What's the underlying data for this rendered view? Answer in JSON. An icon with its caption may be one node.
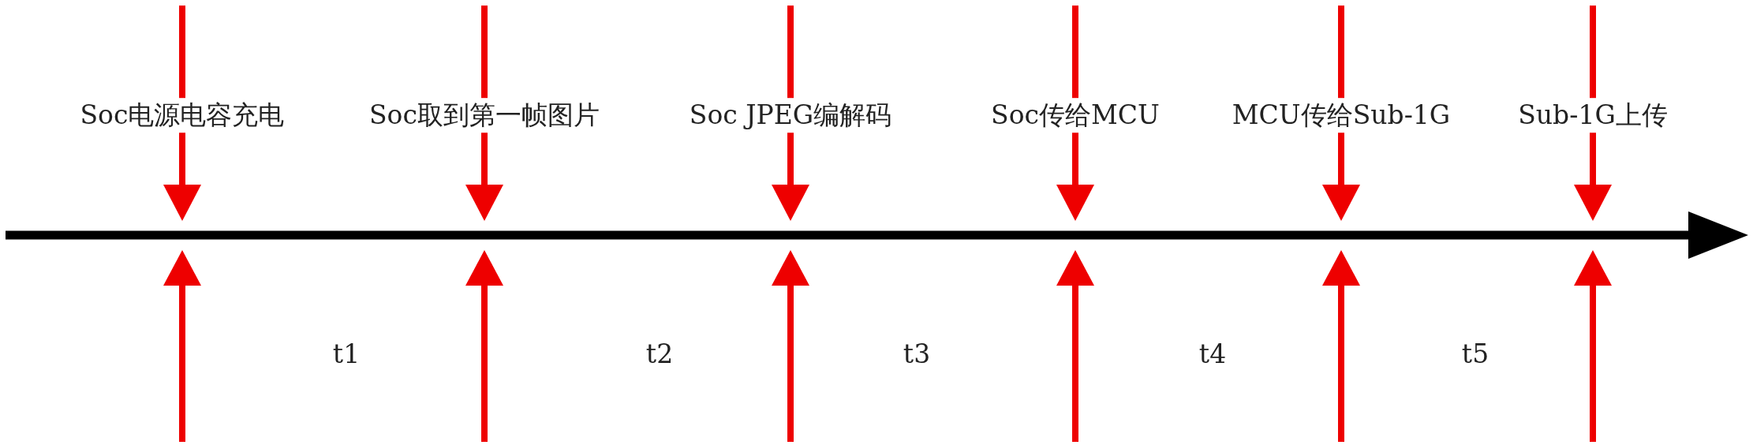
{
  "diagram": {
    "labels": [
      "Soc电源电容充电",
      "Soc取到第一帧图片",
      "Soc JPEG编解码",
      "Soc传给MCU",
      "MCU传给Sub-1G",
      "Sub-1G上传",
      "t1",
      "t2",
      "t3",
      "t4",
      "t5"
    ]
  }
}
